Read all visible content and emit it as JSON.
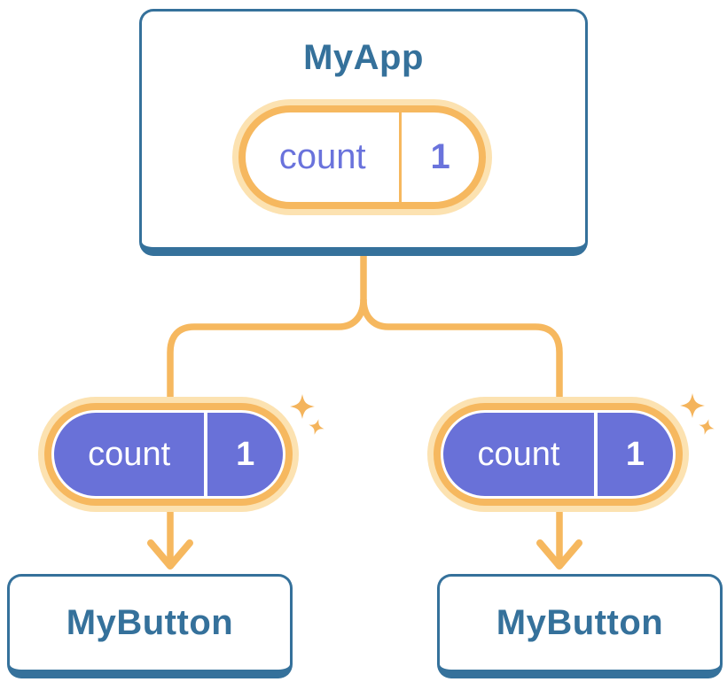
{
  "diagram": {
    "root": {
      "title": "MyApp",
      "state": {
        "name": "count",
        "value": "1"
      }
    },
    "children": [
      {
        "title": "MyButton",
        "state": {
          "name": "count",
          "value": "1"
        }
      },
      {
        "title": "MyButton",
        "state": {
          "name": "count",
          "value": "1"
        }
      }
    ]
  },
  "icons": {
    "sparkle": "four-point-star-sparkle",
    "arrow": "arrow-down"
  },
  "colors": {
    "card_border_blue": "#35719B",
    "title_blue": "#35719B",
    "connector_orange": "#F6B85F",
    "pill_ring_cream": "#FCE2B1",
    "pill_purple": "#6971D8",
    "state_text_purple": "#6A73DC",
    "background": "#FFFFFF"
  }
}
